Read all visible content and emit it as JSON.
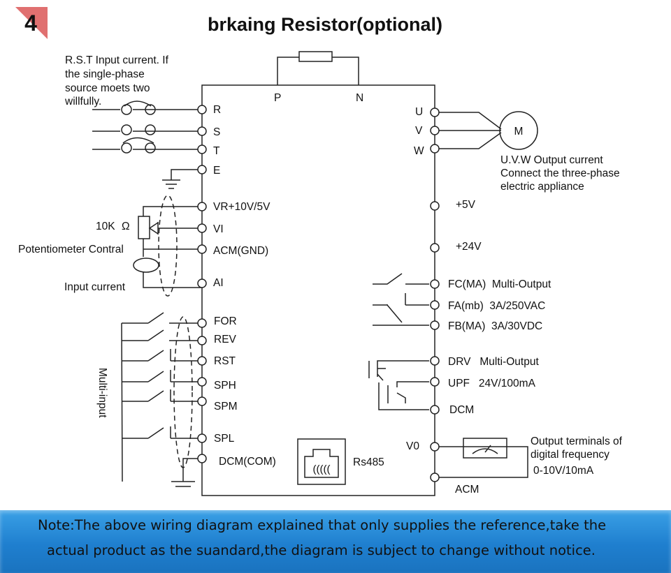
{
  "badge": {
    "number": "4",
    "color": "#e07070"
  },
  "title": "brkaing Resistor(optional)",
  "rst_note": [
    "R.S.T Input current. If",
    "the single-phase",
    "source moets two",
    "willfully."
  ],
  "brake_terminals": {
    "p": "P",
    "n": "N"
  },
  "left_terminals": [
    "R",
    "S",
    "T",
    "E",
    "VR+10V/5V",
    "VI",
    "ACM(GND)",
    "AI",
    "FOR",
    "REV",
    "RST",
    "SPH",
    "SPM",
    "SPL",
    "DCM(COM)"
  ],
  "right_terminals": [
    "U",
    "V",
    "W",
    "+5V",
    "+24V",
    "FC(MA)  Multi-Output",
    "FA(mb)  3A/250VAC",
    "FB(MA)  3A/30VDC",
    "DRV   Multi-Output",
    "UPF   24V/100mA",
    "DCM",
    "V0",
    "ACM"
  ],
  "motor_label": "M",
  "motor_note": [
    "U.V.W Output current",
    "Connect the three-phase",
    "electric appliance"
  ],
  "pot_value": "10K",
  "pot_symbol": "Ω",
  "pot_label": "Potentiometer Contral",
  "input_current_label": "Input current",
  "multi_input_label": "Multi-input",
  "rs485_label": "Rs485",
  "output_note": [
    "Output terminals of",
    "digital frequency",
    "0-10V/10mA"
  ],
  "footer": {
    "line1": "Note:The above wiring diagram explained that only supplies the reference,take the",
    "line2": "actual product as the suandard,the diagram is subject to change without notice.",
    "color": "#2389d6"
  }
}
